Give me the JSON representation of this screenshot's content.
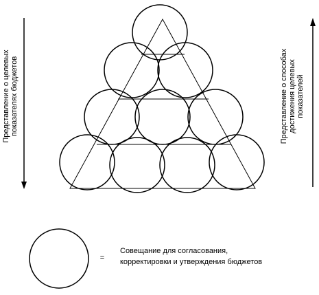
{
  "diagram": {
    "left_label": {
      "line1": "Представление о целевых",
      "line2": "показателях бюджетов"
    },
    "right_label": {
      "line1": "Представление о способах",
      "line2": "достижения целевых",
      "line3": "показателей"
    },
    "legend": {
      "equals": "=",
      "line1": "Совещание для согласования,",
      "line2": "корректировки и утверждения бюджетов"
    },
    "colors": {
      "stroke": "#000000",
      "background": "#ffffff"
    }
  }
}
